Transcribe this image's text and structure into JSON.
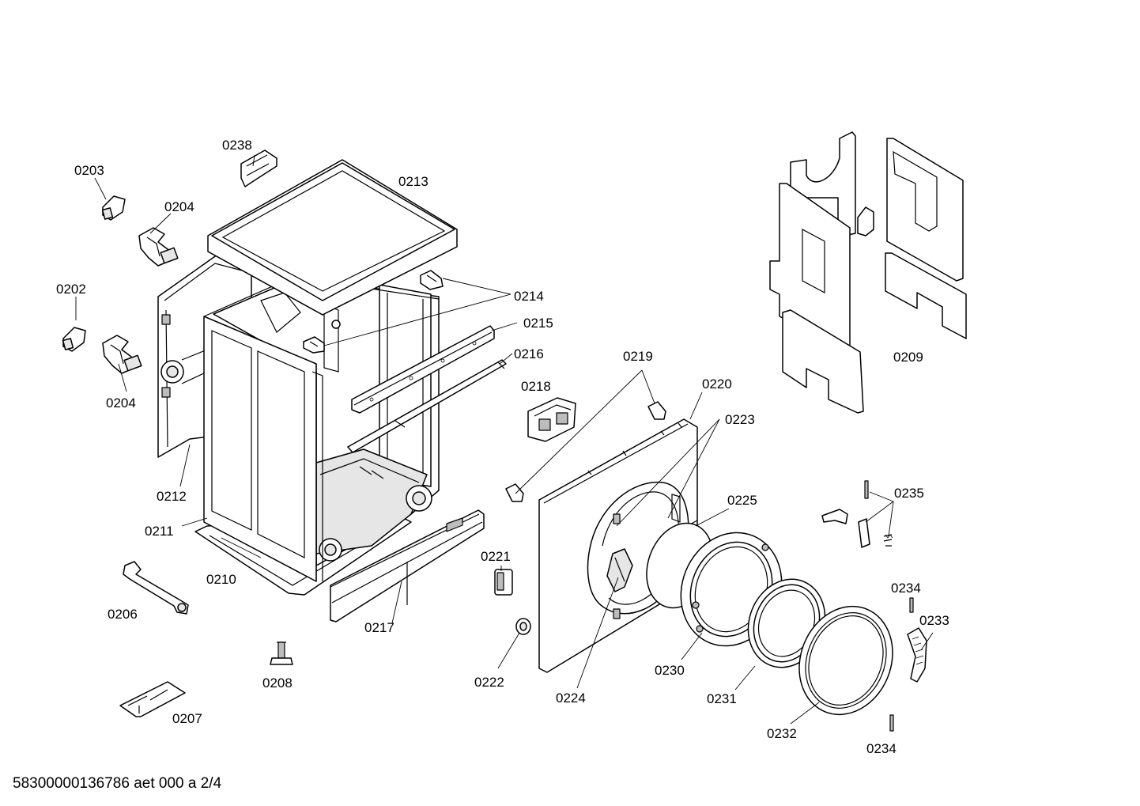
{
  "footer": "58300000136786 aet 000 a 2/4",
  "labels": {
    "l0202": "0202",
    "l0203": "0203",
    "l0204a": "0204",
    "l0204b": "0204",
    "l0206": "0206",
    "l0207": "0207",
    "l0208": "0208",
    "l0209": "0209",
    "l0210": "0210",
    "l0211": "0211",
    "l0212": "0212",
    "l0213": "0213",
    "l0214": "0214",
    "l0215": "0215",
    "l0216": "0216",
    "l0217": "0217",
    "l0218": "0218",
    "l0219": "0219",
    "l0220": "0220",
    "l0221": "0221",
    "l0222": "0222",
    "l0223": "0223",
    "l0224": "0224",
    "l0225": "0225",
    "l0230": "0230",
    "l0231": "0231",
    "l0232": "0232",
    "l0233": "0233",
    "l0234a": "0234",
    "l0234b": "0234",
    "l0235": "0235",
    "l0238": "0238"
  }
}
